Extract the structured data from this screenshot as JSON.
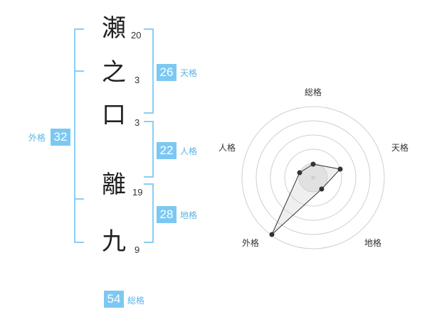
{
  "characters": [
    {
      "char": "瀬",
      "strokes": "20"
    },
    {
      "char": "之",
      "strokes": "3"
    },
    {
      "char": "口",
      "strokes": "3"
    },
    {
      "char": "離",
      "strokes": "19"
    },
    {
      "char": "九",
      "strokes": "9"
    }
  ],
  "fortunes": {
    "tenkaku": {
      "value": "26",
      "label": "天格"
    },
    "jinkaku": {
      "value": "22",
      "label": "人格"
    },
    "chikaku": {
      "value": "28",
      "label": "地格"
    },
    "gaikaku": {
      "value": "32",
      "label": "外格"
    },
    "soukaku": {
      "value": "54",
      "label": "総格"
    }
  },
  "radar": {
    "labels": {
      "top": "総格",
      "right": "天格",
      "bottom_right": "地格",
      "bottom_left": "外格",
      "left": "人格"
    }
  },
  "colors": {
    "accent": "#7cc8f2",
    "accent_text": "#5bb5e6",
    "bracket": "#8ccdf3"
  }
}
